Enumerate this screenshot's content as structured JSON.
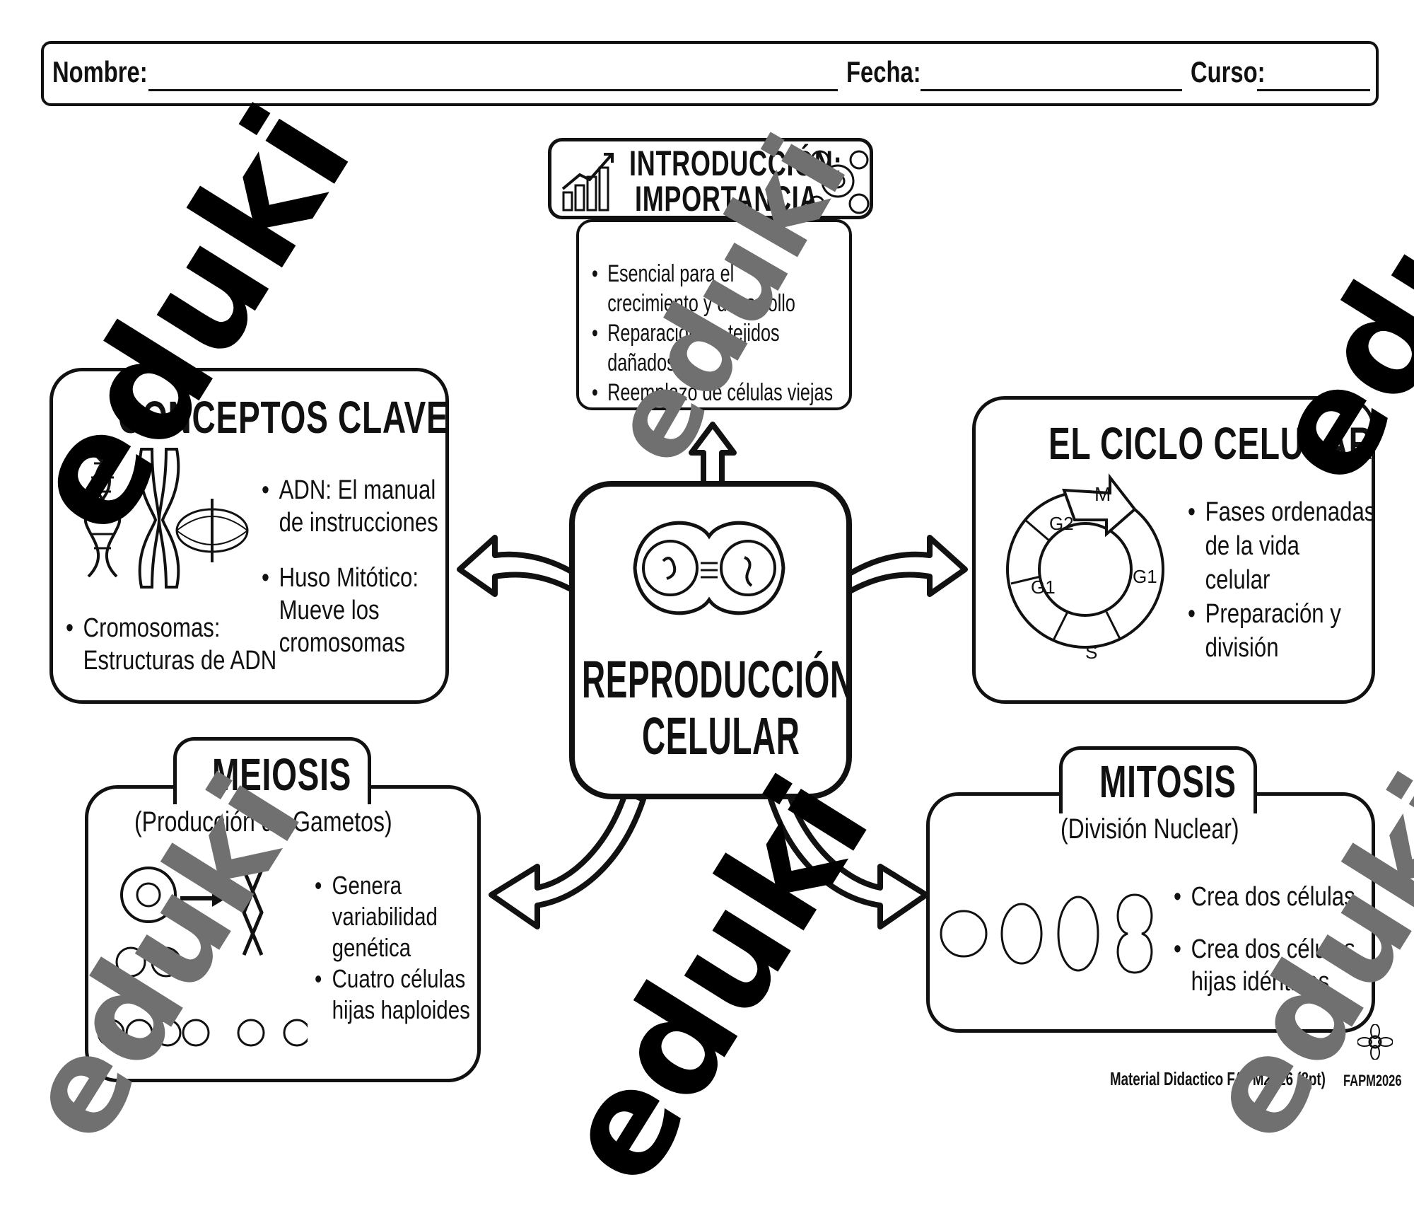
{
  "header": {
    "name_label": "Nombre:",
    "date_label": "Fecha:",
    "course_label": "Curso:"
  },
  "center": {
    "line1": "REPRODUCCIÓN",
    "line2": "CELULAR"
  },
  "intro": {
    "title_line1": "INTRODUCCIÓN:",
    "title_line2": "IMPORTANCIA",
    "bullets": [
      "Esencial para el",
      "crecimiento y desarrollo",
      "Reparación de tejidos",
      "dañados",
      "Reemplazo de células viejas"
    ]
  },
  "conceptos": {
    "title": "CONCEPTOS CLAVE",
    "items": [
      "ADN: El manual",
      "de instrucciones",
      "Huso Mitótico:",
      "Mueve los",
      "cromosomas",
      "Cromosomas:",
      "Estructuras de ADN"
    ]
  },
  "ciclo": {
    "title": "EL CICLO CELULAR",
    "phases": {
      "m": "M",
      "g2": "G2",
      "g1_left": "G1",
      "g1_right": "G1",
      "s": "S"
    },
    "bullets": [
      "Fases ordenadas",
      "de la vida",
      "celular",
      "Preparación y",
      "división"
    ]
  },
  "meiosis": {
    "title": "MEIOSIS",
    "subtitle": "(Producción de Gametos)",
    "bullets": [
      "Genera",
      "variabilidad",
      "genética",
      "Cuatro células",
      "hijas haploides"
    ]
  },
  "mitosis": {
    "title": "MITOSIS",
    "subtitle": "(División Nuclear)",
    "bullets": [
      "Crea dos células",
      "Crea dos células",
      "hijas idénticas"
    ]
  },
  "footer": {
    "credit": "Material Didactico FAPM2026 (8pt)",
    "logo_text": "FAPM2026"
  },
  "watermark": {
    "text": "eduki"
  }
}
